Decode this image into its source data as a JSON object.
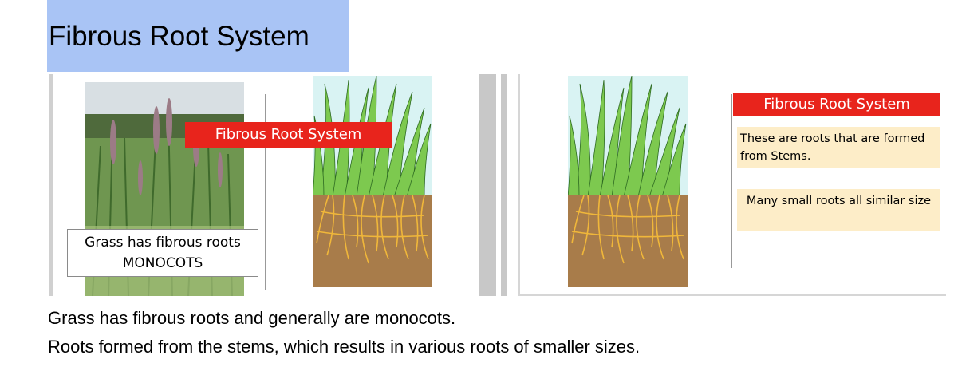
{
  "title": "Fibrous Root System",
  "left_slide": {
    "banner": "Fibrous Root System",
    "caption_line1": "Grass has fibrous roots",
    "caption_line2": "MONOCOTS"
  },
  "right_slide": {
    "banner": "Fibrous Root System",
    "note1": "These are roots that are formed from Stems.",
    "note2": "Many small roots all similar size"
  },
  "body": {
    "line1": "Grass has fibrous roots and generally are monocots.",
    "line2": "Roots formed from the stems, which results in various roots of smaller sizes."
  },
  "colors": {
    "title_bg": "#a9c4f5",
    "banner_red": "#e8241c",
    "note_bg": "#fdedc8",
    "grass_green": "#7dc94f",
    "soil_brown": "#a87c4a",
    "root_yellow": "#f0b73a",
    "sky": "#d9f3f3"
  }
}
